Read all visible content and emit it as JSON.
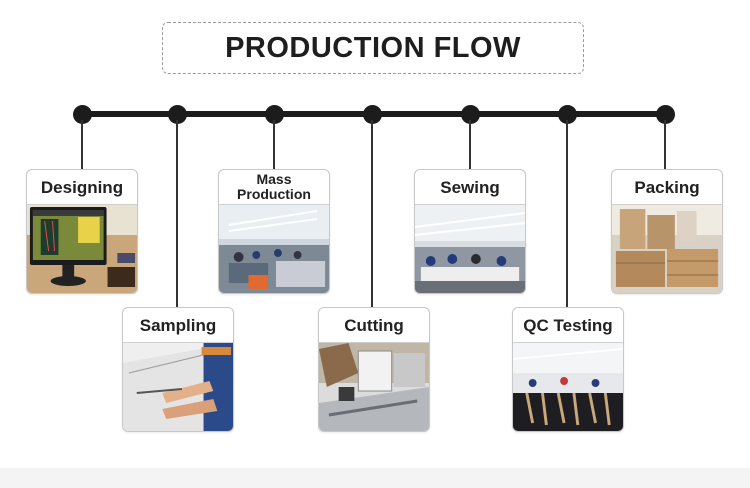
{
  "title": "PRODUCTION FLOW",
  "steps": [
    {
      "label": "Designing",
      "image": "designer-workstation-photo"
    },
    {
      "label": "Sampling",
      "image": "fabric-cutting-hands-photo"
    },
    {
      "label": "Mass Production",
      "image": "garment-factory-floor-photo"
    },
    {
      "label": "Cutting",
      "image": "cutting-machine-photo"
    },
    {
      "label": "Sewing",
      "image": "sewing-workshop-photo"
    },
    {
      "label": "QC Testing",
      "image": "quality-check-line-photo"
    },
    {
      "label": "Packing",
      "image": "packed-cartons-photo"
    }
  ],
  "colors": {
    "line": "#1c1c1c",
    "card_border": "#c8c8c8"
  }
}
